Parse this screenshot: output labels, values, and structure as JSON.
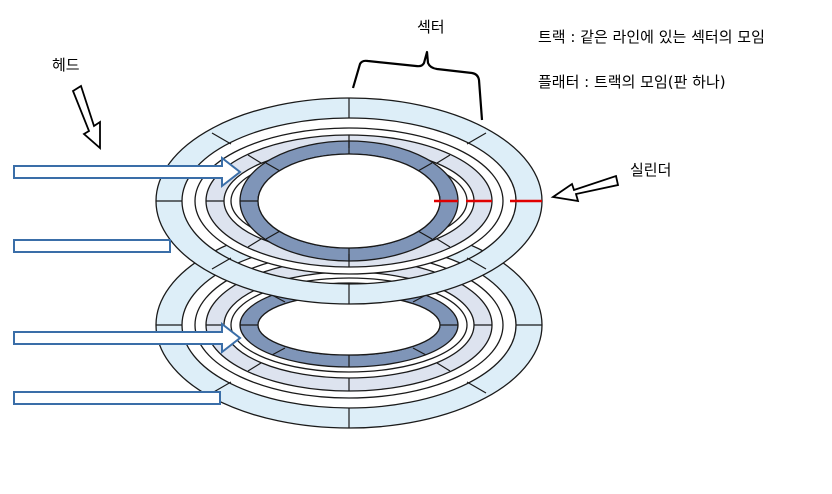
{
  "labels": {
    "sector": "섹터",
    "head": "헤드",
    "cylinder": "실린더"
  },
  "definitions": {
    "track": "트랙 : 같은 라인에 있는 섹터의 모임",
    "platter": "플래터 : 트랙의 모임(판 하나)"
  },
  "colors": {
    "outer_ring": "#ddeef8",
    "middle_ring": "#dde3ef",
    "inner_ring": "#7f95b8",
    "outline": "#1a1a1a",
    "arrow_outline": "#3a6ea8",
    "cylinder_line": "#e00000"
  },
  "icons": [
    "head-arrow-icon",
    "cylinder-arrow-icon",
    "sector-brace-icon"
  ]
}
